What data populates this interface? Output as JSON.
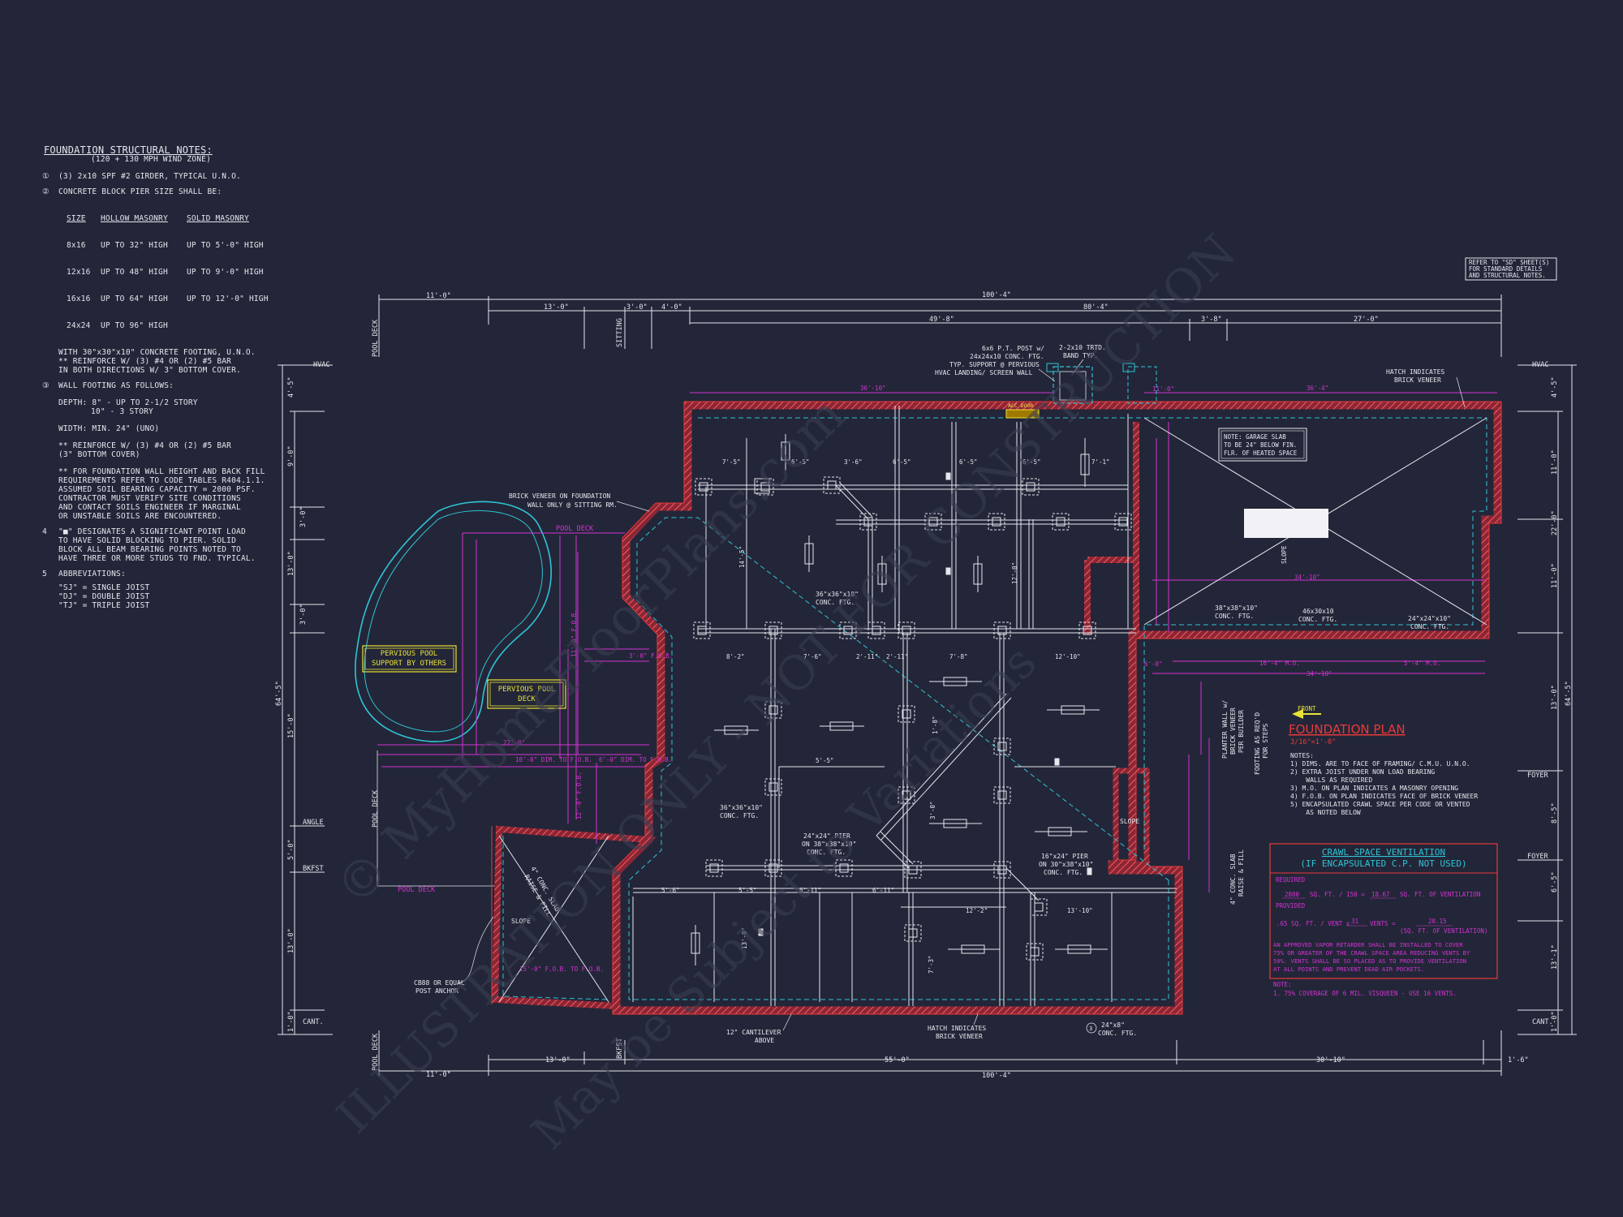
{
  "colors": {
    "background": "#232638",
    "line_white": "#e6e6ee",
    "line_magenta": "#d333d3",
    "line_cyan": "#2ec4d6",
    "line_red": "#e83a3a",
    "line_yellow": "#e8e23a"
  },
  "notes": {
    "title": "FOUNDATION STRUCTURAL NOTES:",
    "subtitle": "(120 + 130 MPH WIND ZONE)",
    "n1": "(3) 2x10 SPF #2 GIRDER, TYPICAL U.N.O.",
    "n2": "CONCRETE BLOCK PIER SIZE SHALL BE:",
    "n2_headers": [
      "SIZE",
      "HOLLOW MASONRY",
      "SOLID MASONRY"
    ],
    "n2_rows": [
      [
        "8x16",
        "UP TO 32\" HIGH",
        "UP TO 5'-0\" HIGH"
      ],
      [
        "12x16",
        "UP TO 48\" HIGH",
        "UP TO 9'-0\" HIGH"
      ],
      [
        "16x16",
        "UP TO 64\" HIGH",
        "UP TO 12'-0\" HIGH"
      ],
      [
        "24x24",
        "UP TO 96\" HIGH",
        ""
      ]
    ],
    "n2_a": "WITH 30\"x30\"x10\" CONCRETE FOOTING, U.N.O.",
    "n2_b": "** REINFORCE W/ (3) #4 OR (2) #5 BAR",
    "n2_c": "IN BOTH DIRECTIONS W/ 3\" BOTTOM COVER.",
    "n3": "WALL FOOTING AS FOLLOWS:",
    "n3_a": "DEPTH: 8\" - UP TO 2-1/2 STORY",
    "n3_b": "10\" - 3 STORY",
    "n3_c": "WIDTH: MIN. 24\" (UNO)",
    "n3_d": "** REINFORCE W/ (3) #4 OR (2) #5 BAR",
    "n3_e": "(3\" BOTTOM COVER)",
    "n3_f": "** FOR FOUNDATION WALL HEIGHT AND BACK FILL",
    "n3_g": "REQUIREMENTS REFER TO CODE TABLES R404.1.1.",
    "n3_h": "ASSUMED SOIL BEARING CAPACITY = 2000 PSF.",
    "n3_i": "CONTRACTOR MUST VERIFY SITE CONDITIONS",
    "n3_j": "AND CONTACT SOILS ENGINEER IF MARGINAL",
    "n3_k": "OR UNSTABLE SOILS ARE ENCOUNTERED.",
    "n4_num": "4",
    "n4_a": "\"■\" DESIGNATES A SIGNIFICANT POINT LOAD",
    "n4_b": "TO HAVE SOLID BLOCKING TO PIER. SOLID",
    "n4_c": "BLOCK ALL BEAM BEARING POINTS NOTED TO",
    "n4_d": "HAVE THREE OR MORE STUDS TO FND. TYPICAL.",
    "n5_num": "5",
    "n5": "ABBREVIATIONS:",
    "n5_a": "\"SJ\" = SINGLE JOIST",
    "n5_b": "\"DJ\" = DOUBLE JOIST",
    "n5_c": "\"TJ\" = TRIPLE JOIST"
  },
  "refer_note": [
    "REFER TO \"SD\" SHEET(S)",
    "FOR STANDARD DETAILS",
    "AND STRUCTURAL NOTES."
  ],
  "dims": {
    "top_overall": "100'-4\"",
    "top_left": "11'-0\"",
    "top_a": "13'-0\"",
    "top_b": "3'-0\"",
    "top_c": "4'-0\"",
    "top_d": "80'-4\"",
    "top_e": "49'-8\"",
    "top_f": "3'-8\"",
    "top_g": "27'-0\"",
    "bottom_overall": "100'-4\"",
    "bottom_left": "11'-0\"",
    "bottom_a": "13'-0\"",
    "bottom_b": "55'-0\"",
    "bottom_c": "30'-10\"",
    "bottom_d": "1'-6\"",
    "left_overall": "64'-5\"",
    "left_a": "4'-5\"",
    "left_b": "9'-0\"",
    "left_c": "3'-0\"",
    "left_d": "13'-0\"",
    "left_e": "3'-0\"",
    "left_f": "15'-0\"",
    "left_g": "5'-0\"",
    "left_h": "13'-0\"",
    "left_i": "1'-0\"",
    "right_overall": "64'-5\"",
    "right_a": "4'-5\"",
    "right_b": "11'-0\"",
    "right_c": "22'-0\"",
    "right_d": "11'-0\"",
    "right_e": "13'-0\"",
    "right_f": "8'-5\"",
    "right_g": "6'-5\"",
    "right_h": "13'-1\"",
    "right_i": "1'-0\""
  },
  "side_labels": {
    "hvac_l": "HVAC",
    "hvac_r": "HVAC",
    "angle": "ANGLE",
    "bkfst": "BKFST",
    "cant_l": "CANT.",
    "cant_r": "CANT.",
    "foyer_1": "FOYER",
    "foyer_2": "FOYER",
    "pool_deck_top": "POOL DECK",
    "sitting": "SITTING",
    "pool_deck_left": "POOL DECK",
    "pool_deck_bottom": "POOL DECK",
    "bkfst_bottom": "BKFST"
  },
  "plan_labels": {
    "pool_deck_1": "POOL DECK",
    "pool_deck_2": "POOL DECK",
    "pervious_pool_support": [
      "PERVIOUS POOL",
      "SUPPORT BY OTHERS"
    ],
    "pervious_pool_deck": [
      "PERVIOUS POOL",
      "DECK"
    ],
    "brick_veneer_note": [
      "BRICK VENEER ON FOUNDATION",
      "WALL ONLY @ SITTING RM."
    ],
    "post_note": [
      "6x6 P.T. POST w/",
      "24x24x10 CONC. FTG.",
      "TYP. SUPPORT @ PERVIOUS",
      "HVAC LANDING/ SCREEN WALL"
    ],
    "band_note": [
      "2-2x10 TRTD.",
      "BAND TYP."
    ],
    "hatch_top": [
      "HATCH INDICATES",
      "BRICK VENEER"
    ],
    "garage_note": [
      "NOTE: GARAGE SLAB",
      "TO BE 24\" BELOW FIN.",
      "FLR. OF HEATED SPACE"
    ],
    "slope_1": "SLOPE",
    "slope_2": "SLOPE",
    "slope_3": "SLOPE",
    "ftg_38": [
      "38\"x38\"x10\"",
      "CONC. FTG."
    ],
    "ftg_46": [
      "46x30x10",
      "CONC. FTG."
    ],
    "ftg_24_right": [
      "24\"x24\"x10\"",
      "CONC. FTG."
    ],
    "ftg_36_a": [
      "36\"x36\"x10\"",
      "CONC. FTG."
    ],
    "ftg_36_b": [
      "36\"x36\"x10\"",
      "CONC. FTG."
    ],
    "pier_note": [
      "24\"x24\" PIER",
      "ON 38\"x38\"x10\"",
      "CONC. FTG."
    ],
    "pier_note_2": [
      "16\"x24\" PIER",
      "ON 30\"x38\"x10\"",
      "CONC. FTG."
    ],
    "cantilever": [
      "12\" CANTILEVER",
      "ABOVE"
    ],
    "hatch_bottom": [
      "HATCH INDICATES",
      "BRICK VENEER"
    ],
    "ftg_24_bottom": [
      "24\"x8\"",
      "CONC. FTG."
    ],
    "cb_anchor": [
      "CB88 OR EQUAL",
      "POST ANCHOR"
    ],
    "conc_slab_left": [
      "4\" CONC. SLAB",
      "RAISE & FILL"
    ],
    "conc_slab_right": [
      "4\" CONC. SLAB",
      "RAISE & FILL"
    ],
    "planter_note": [
      "PLANTER WALL w/",
      "BRICK VENEER",
      "PER BUILDER"
    ],
    "footing_steps": [
      "FOOTING AS REQ'D",
      "FOR STEPS"
    ],
    "front": "FRONT",
    "acc_door": "ACC DOOR"
  },
  "interior_dims": [
    "7'-5\"",
    "6'-5\"",
    "3'-6\"",
    "6'-5\"",
    "6'-5\"",
    "6'-5\"",
    "7'-1\"",
    "8'-2\"",
    "7'-6\"",
    "2'-11\"",
    "2'-11\"",
    "7'-8\"",
    "12'-10\"",
    "5'-5\"",
    "5'-6\"",
    "5'-5\"",
    "6'-11\"",
    "6'-11\"",
    "12'-2\"",
    "13'-10\"",
    "14'-5\"",
    "12'-0\"",
    "13'-0\"",
    "7'-3\"",
    "1'-8\"",
    "3'-0\"",
    "36'-10\"",
    "36'-4\"",
    "34'-10\"",
    "34'-10\"",
    "16'-4\" M.O.",
    "5'-4\" M.O.",
    "11'-0\"",
    "6'-0\"",
    "11'-0\" F.O.B.",
    "3'-0\" F.O.B.",
    "27'-0\"",
    "10'-0\" DIM. TO F.O.B.",
    "6'-0\" DIM. TO F.O.B.",
    "15'-0\" F.O.B. TO F.O.B.",
    "12'-0\" F.O.B."
  ],
  "title_block": {
    "title": "FOUNDATION PLAN",
    "scale": "3/16\"=1'-0\"",
    "notes_head": "NOTES:",
    "notes": [
      "1) DIMS. ARE TO FACE OF FRAMING/ C.M.U. U.N.O.",
      "2) EXTRA JOIST UNDER NON LOAD BEARING",
      "    WALLS AS REQUIRED",
      "3) M.O. ON PLAN INDICATES A MASONRY OPENING",
      "4) F.O.B. ON PLAN INDICATES FACE OF BRICK VENEER",
      "5) ENCAPSULATED CRAWL SPACE PER CODE OR VENTED",
      "    AS NOTED BELOW"
    ]
  },
  "ventilation": {
    "title_1": "CRAWL SPACE VENTILATION",
    "title_2": "(IF ENCAPSULATED C.P. NOT USED)",
    "required_label": "REQUIRED",
    "req_area": "2800",
    "req_mid": "SQ. FT. / 150 =",
    "req_val": "18.67",
    "req_end": "SQ. FT. OF VENTILATION",
    "provided_label": "PROVIDED",
    "prov_a": ".65 SQ. FT. / VENT x",
    "prov_n": "31",
    "prov_b": "VENTS =",
    "prov_val": "20.15",
    "prov_end": "(SQ. FT. OF VENTILATION)",
    "approved": [
      "AN APPROVED VAPOR RETARDER SHALL BE INSTALLED TO COVER",
      "75% OR GREATER OF THE CRAWL SPACE AREA REDUCING VENTS BY",
      "50%. VENTS SHALL BE SO PLACED AS TO PROVIDE VENTILATION",
      "AT ALL POINTS AND PREVENT DEAD AIR POCKETS."
    ],
    "note_head": "NOTE:",
    "note": "1. 75% COVERAGE OF 6 MIL. VISQUEEN - USE 16 VENTS."
  },
  "watermark": {
    "line1": "© MyHomeFloorPlans.com",
    "line2": "ILLUSTRATION ONLY - NOT FOR CONSTRUCTION",
    "line3": "May be Subject to Variations"
  }
}
